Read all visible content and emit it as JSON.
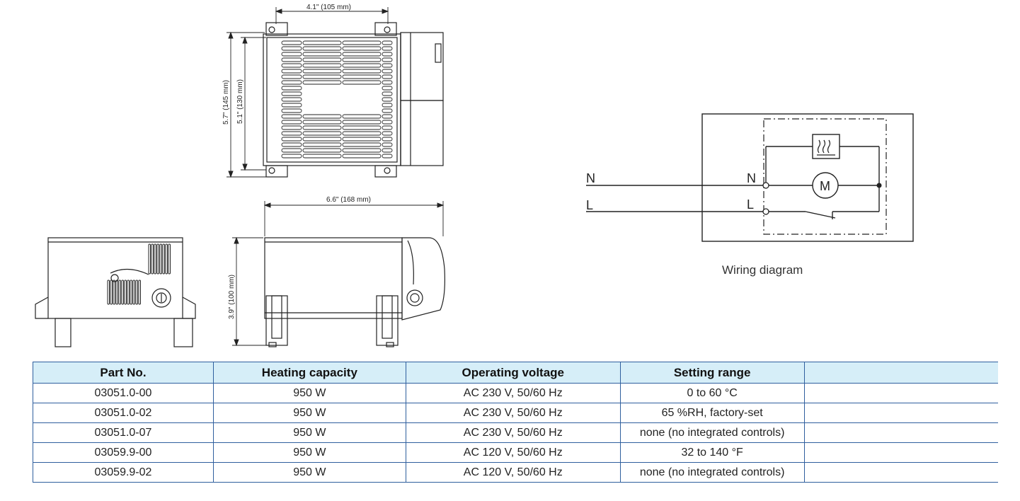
{
  "dimensions": {
    "width_top": "4.1\" (105 mm)",
    "height_outer": "5.7\" (145 mm)",
    "height_inner": "5.1\" (130 mm)",
    "length_side": "6.6\" (168 mm)",
    "height_side": "3.9\" (100 mm)"
  },
  "wiring": {
    "caption": "Wiring diagram",
    "line_n": "N",
    "line_l": "L",
    "terminal_n": "N",
    "terminal_l": "L",
    "motor": "M"
  },
  "table": {
    "headers": [
      "Part No.",
      "Heating capacity",
      "Operating voltage",
      "Setting range",
      ""
    ],
    "rows": [
      [
        "03051.0-00",
        "950 W",
        "AC 230 V, 50/60 Hz",
        "0 to 60 °C",
        ""
      ],
      [
        "03051.0-02",
        "950 W",
        "AC 230 V, 50/60 Hz",
        "65 %RH, factory-set",
        ""
      ],
      [
        "03051.0-07",
        "950 W",
        "AC 230 V, 50/60 Hz",
        "none (no integrated controls)",
        ""
      ],
      [
        "03059.9-00",
        "950 W",
        "AC 120 V, 50/60 Hz",
        "32 to 140 °F",
        ""
      ],
      [
        "03059.9-02",
        "950 W",
        "AC 120 V, 50/60 Hz",
        "none (no integrated controls)",
        ""
      ]
    ]
  }
}
